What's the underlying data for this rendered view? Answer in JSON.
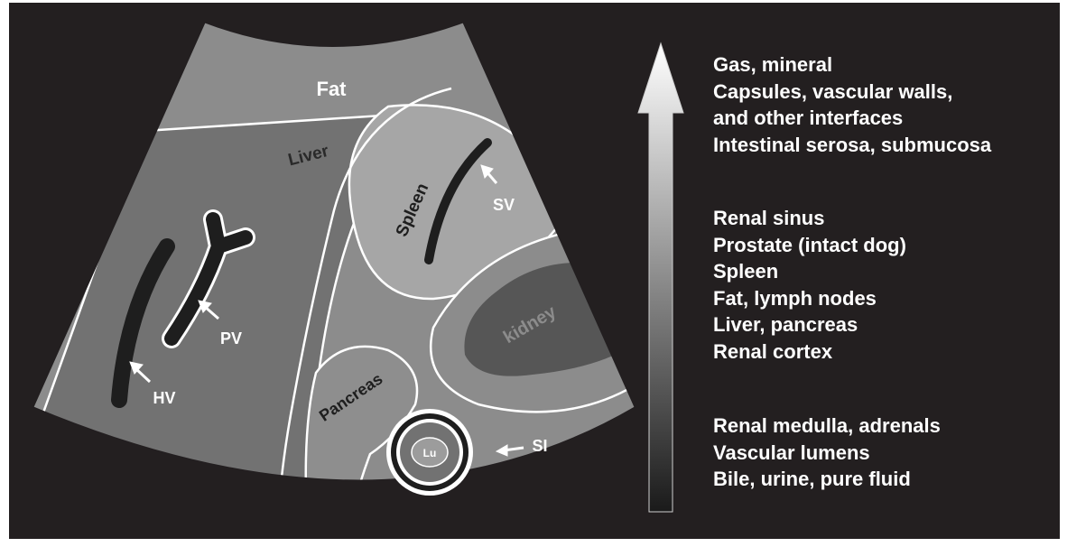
{
  "figure": {
    "anatomy_labels": {
      "fat": "Fat",
      "liver": "Liver",
      "spleen": "Spleen",
      "sv": "SV",
      "pv": "PV",
      "hv": "HV",
      "kidney": "kidney",
      "pancreas": "Pancreas",
      "lu": "Lu",
      "si": "SI"
    },
    "echogenicity_scale": {
      "arrow_direction": "up",
      "gradient_top_color": "#ffffff",
      "gradient_bottom_color": "#1a1a1a",
      "groups": [
        [
          "Gas, mineral",
          "Capsules, vascular walls,",
          "and other interfaces",
          "Intestinal serosa, submucosa"
        ],
        [
          "Renal sinus",
          "Prostate (intact dog)",
          "Spleen",
          "Fat, lymph nodes",
          "Liver, pancreas",
          "Renal cortex"
        ],
        [
          "Renal medulla, adrenals",
          "Vascular lumens",
          "Bile, urine, pure fluid"
        ]
      ]
    },
    "colors": {
      "background": "#231f20",
      "fat": "#8c8c8c",
      "liver": "#727272",
      "spleen": "#a6a6a6",
      "kidney_outer": "#8c8c8c",
      "kidney_medulla": "#565656",
      "pancreas": "#8e8e8e",
      "vessels": "#1e1e1e",
      "outline": "#ffffff"
    }
  }
}
